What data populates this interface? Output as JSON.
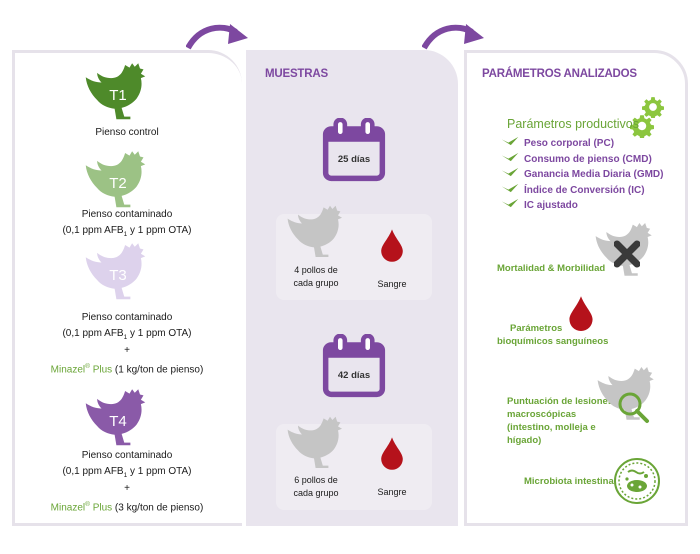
{
  "groups": [
    {
      "tag": "T1",
      "lines": [
        "Pienso control"
      ]
    },
    {
      "tag": "T2",
      "lines": [
        "Pienso contaminado",
        "(0,1 ppm AFB",
        "1",
        " y 1 ppm OTA)"
      ]
    },
    {
      "tag": "T3",
      "lines": [
        "Pienso contaminado",
        "(0,1 ppm AFB",
        "1",
        " y 1 ppm OTA)",
        "+",
        "Minazel",
        "®",
        " Plus",
        " (1 kg/ton de pienso)"
      ]
    },
    {
      "tag": "T4",
      "lines": [
        "Pienso contaminado",
        "(0,1 ppm AFB",
        "1",
        " y 1 ppm OTA)",
        "+",
        "Minazel",
        "®",
        " Plus",
        " (3 kg/ton de pienso)"
      ]
    }
  ],
  "samples": {
    "title": "MUESTRAS",
    "timepoints": [
      {
        "days": "25 días",
        "birds": [
          "4 pollos de",
          "cada grupo"
        ],
        "blood": "Sangre"
      },
      {
        "days": "42 días",
        "birds": [
          "6 pollos de",
          "cada grupo"
        ],
        "blood": "Sangre"
      }
    ]
  },
  "params": {
    "title": "PARÁMETROS ANALIZADOS",
    "productive_title": "Parámetros productivos",
    "productive_items": [
      "Peso corporal (PC)",
      "Consumo de pienso (CMD)",
      "Ganancia Media Diaria (GMD)",
      "Índice de Conversión (IC)",
      "IC ajustado"
    ],
    "mortality": "Mortalidad & Morbilidad",
    "biochem": [
      "Parámetros",
      "bioquímicos sanguíneos"
    ],
    "lesions": [
      "Puntuación de lesiones",
      "macroscópicas",
      "(intestino, molleja e",
      "hígado)"
    ],
    "microbiota": "Microbiota intestinal"
  },
  "colors": {
    "purple": "#7d48a0",
    "green": "#6aa537",
    "t1": "#4e8a2a",
    "t2": "#9cc285",
    "t3": "#ddd2ec",
    "t4": "#8a5aa8",
    "blood": "#b5121b",
    "grey": "#c5c5c5"
  },
  "icons": [
    "chicken-icon",
    "calendar-icon",
    "blood-drop-icon",
    "gear-icon",
    "check-arrow-icon",
    "magnifier-icon",
    "microbe-icon",
    "curved-arrow-icon"
  ]
}
